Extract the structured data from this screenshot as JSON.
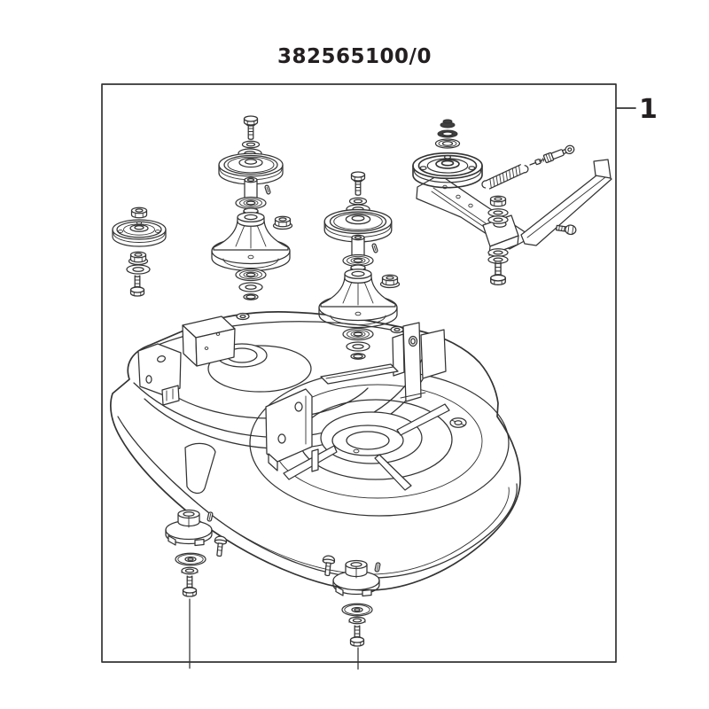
{
  "page": {
    "background": "#ffffff",
    "ink": "#333333",
    "title_color": "#231f20"
  },
  "header": {
    "title": "382565100/0"
  },
  "callout": {
    "label": "1"
  },
  "figure": {
    "type": "exploded-parts-diagram",
    "groups": [
      "idler-pulley-assembly-left",
      "spindle-assembly-left",
      "spindle-assembly-center",
      "idler-arm-assembly",
      "deck-shell",
      "caster-bracket-assembly-left",
      "caster-bracket-assembly-center"
    ]
  }
}
